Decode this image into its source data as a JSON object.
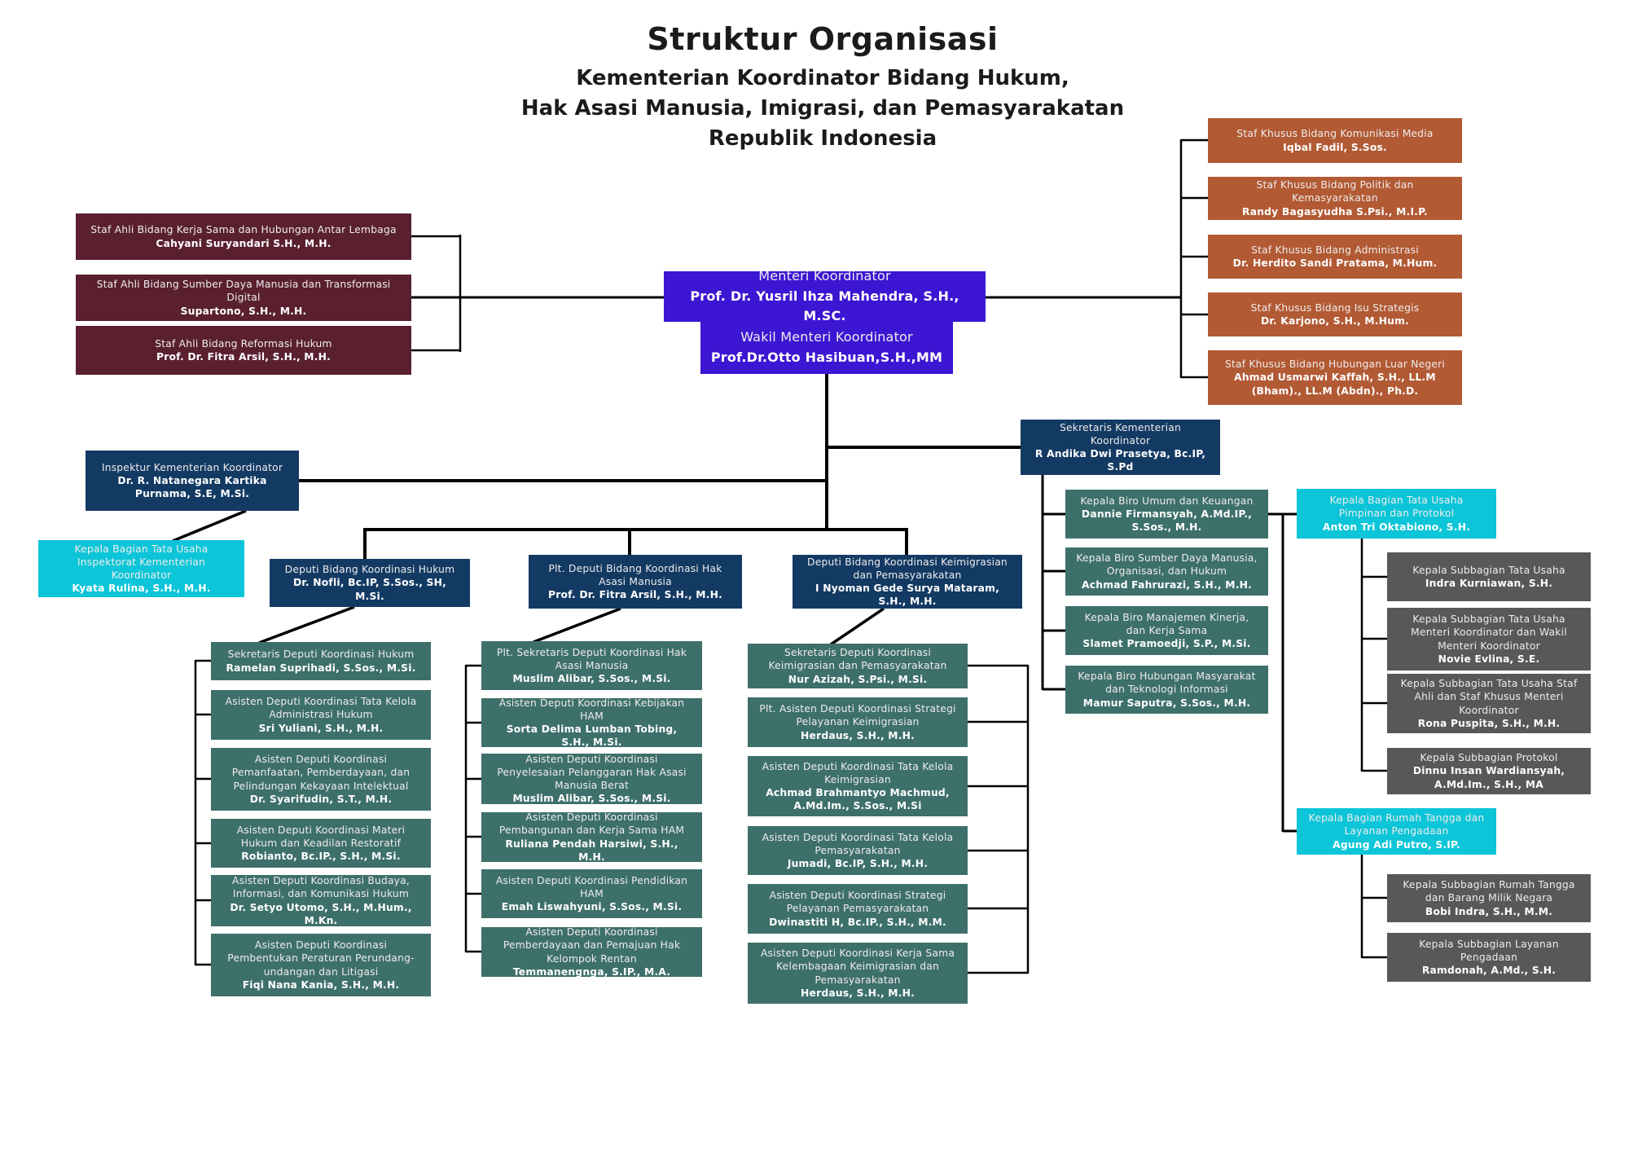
{
  "header": {
    "title": "Struktur Organisasi",
    "subtitle": [
      "Kementerian Koordinator Bidang Hukum,",
      "Hak Asasi Manusia, Imigrasi, dan Pemasyarakatan",
      "Republik Indonesia"
    ]
  },
  "colors": {
    "staf_ahli": "#5a2030",
    "pimpinan": "#3c16d2",
    "staf_khusus": "#b25a34",
    "eselon1": "#133a63",
    "asdep_biro": "#3e706b",
    "bagian": "#0cc5d8",
    "subbagian": "#58585a",
    "line": "#000000"
  },
  "menteri": {
    "title": "Menteri Koordinator",
    "name": "Prof. Dr. Yusril Ihza Mahendra, S.H., M.SC."
  },
  "wakil": {
    "title": "Wakil Menteri Koordinator",
    "name": "Prof.Dr.Otto Hasibuan,S.H.,MM"
  },
  "staf_ahli": [
    {
      "title": "Staf Ahli Bidang Kerja Sama dan Hubungan Antar Lembaga",
      "name": "Cahyani Suryandari S.H., M.H."
    },
    {
      "title": "Staf Ahli Bidang Sumber Daya Manusia dan Transformasi Digital",
      "name": "Supartono, S.H., M.H."
    },
    {
      "title": "Staf Ahli Bidang Reformasi Hukum",
      "name": "Prof. Dr. Fitra Arsil, S.H., M.H."
    }
  ],
  "staf_khusus": [
    {
      "title": "Staf Khusus Bidang Komunikasi Media",
      "name": "Iqbal Fadil, S.Sos."
    },
    {
      "title": "Staf Khusus Bidang Politik dan Kemasyarakatan",
      "name": "Randy Bagasyudha S.Psi., M.I.P."
    },
    {
      "title": "Staf Khusus Bidang Administrasi",
      "name": "Dr. Herdito Sandi Pratama, M.Hum."
    },
    {
      "title": "Staf Khusus Bidang Isu Strategis",
      "name": "Dr. Karjono, S.H., M.Hum."
    },
    {
      "title": "Staf Khusus Bidang Hubungan Luar Negeri",
      "name": "Ahmad Usmarwi Kaffah, S.H., LL.M (Bham)., LL.M (Abdn)., Ph.D."
    }
  ],
  "sekretaris": {
    "title": "Sekretaris Kementerian Koordinator",
    "name": "R Andika Dwi Prasetya, Bc.IP, S.Pd"
  },
  "inspektur": {
    "title": "Inspektur Kementerian Koordinator",
    "name": "Dr. R. Natanegara Kartika Purnama, S.E, M.Si."
  },
  "tu_inspektorat": {
    "title": "Kepala Bagian Tata Usaha Inspektorat Kementerian Koordinator",
    "name": "Kyata Rulina, S.H., M.H."
  },
  "deputi": [
    {
      "title": "Deputi Bidang Koordinasi Hukum",
      "name": "Dr. Nofli, Bc.IP, S.Sos., SH, M.Si."
    },
    {
      "title": "Plt. Deputi Bidang Koordinasi Hak Asasi Manusia",
      "name": "Prof. Dr. Fitra Arsil, S.H., M.H."
    },
    {
      "title": "Deputi Bidang Koordinasi Keimigrasian dan Pemasyarakatan",
      "name": "I Nyoman Gede Surya Mataram, S.H., M.H."
    }
  ],
  "asdep_hukum": [
    {
      "title": "Sekretaris Deputi Koordinasi Hukum",
      "name": "Ramelan Suprihadi, S.Sos., M.Si."
    },
    {
      "title": "Asisten Deputi Koordinasi Tata Kelola Administrasi Hukum",
      "name": "Sri Yuliani, S.H., M.H."
    },
    {
      "title": "Asisten Deputi Koordinasi Pemanfaatan, Pemberdayaan, dan Pelindungan Kekayaan Intelektual",
      "name": "Dr. Syarifudin, S.T., M.H."
    },
    {
      "title": "Asisten Deputi Koordinasi Materi Hukum dan Keadilan Restoratif",
      "name": "Robianto, Bc.IP., S.H., M.Si."
    },
    {
      "title": "Asisten Deputi Koordinasi Budaya, Informasi, dan Komunikasi Hukum",
      "name": "Dr. Setyo Utomo, S.H., M.Hum., M.Kn."
    },
    {
      "title": "Asisten Deputi Koordinasi Pembentukan Peraturan Perundang-undangan dan Litigasi",
      "name": "Fiqi Nana Kania, S.H., M.H."
    }
  ],
  "asdep_ham": [
    {
      "title": "Plt. Sekretaris Deputi Koordinasi Hak Asasi Manusia",
      "name": "Muslim Alibar, S.Sos., M.Si."
    },
    {
      "title": "Asisten Deputi Koordinasi Kebijakan HAM",
      "name": "Sorta Delima Lumban Tobing, S.H., M.Si."
    },
    {
      "title": "Asisten Deputi Koordinasi Penyelesaian Pelanggaran Hak Asasi Manusia Berat",
      "name": "Muslim Alibar, S.Sos., M.Si."
    },
    {
      "title": "Asisten Deputi Koordinasi Pembangunan dan Kerja Sama HAM",
      "name": "Ruliana Pendah Harsiwi, S.H., M.H."
    },
    {
      "title": "Asisten Deputi Koordinasi Pendidikan HAM",
      "name": "Emah Liswahyuni, S.Sos., M.Si."
    },
    {
      "title": "Asisten Deputi Koordinasi Pemberdayaan dan Pemajuan Hak Kelompok Rentan",
      "name": "Temmanengnga, S.IP., M.A."
    }
  ],
  "asdep_imipas": [
    {
      "title": "Sekretaris Deputi Koordinasi Keimigrasian dan Pemasyarakatan",
      "name": "Nur Azizah, S.Psi., M.Si."
    },
    {
      "title": "Plt. Asisten Deputi Koordinasi Strategi Pelayanan Keimigrasian",
      "name": "Herdaus, S.H., M.H."
    },
    {
      "title": "Asisten Deputi Koordinasi Tata Kelola Keimigrasian",
      "name": "Achmad Brahmantyo Machmud, A.Md.Im., S.Sos., M.Si"
    },
    {
      "title": "Asisten Deputi Koordinasi Tata Kelola Pemasyarakatan",
      "name": "Jumadi, Bc.IP, S.H., M.H."
    },
    {
      "title": "Asisten Deputi Koordinasi Strategi Pelayanan Pemasyarakatan",
      "name": "Dwinastiti H, Bc.IP., S.H., M.M."
    },
    {
      "title": "Asisten Deputi Koordinasi Kerja Sama Kelembagaan Keimigrasian dan Pemasyarakatan",
      "name": "Herdaus, S.H., M.H."
    }
  ],
  "biro": [
    {
      "title": "Kepala Biro Umum dan Keuangan",
      "name": "Dannie Firmansyah, A.Md.IP., S.Sos., M.H."
    },
    {
      "title": "Kepala Biro Sumber Daya Manusia, Organisasi, dan Hukum",
      "name": "Achmad Fahrurazi, S.H., M.H."
    },
    {
      "title": "Kepala Biro Manajemen Kinerja, dan Kerja Sama",
      "name": "Slamet Pramoedji, S.P., M.Si."
    },
    {
      "title": "Kepala Biro Hubungan Masyarakat dan Teknologi Informasi",
      "name": "Mamur Saputra, S.Sos., M.H."
    }
  ],
  "bagian": [
    {
      "title": "Kepala Bagian Tata Usaha Pimpinan dan Protokol",
      "name": "Anton Tri Oktabiono, S.H."
    },
    {
      "title": "Kepala Bagian Rumah Tangga dan Layanan Pengadaan",
      "name": "Agung Adi Putro, S.IP."
    }
  ],
  "subbag_pimpinan": [
    {
      "title": "Kepala Subbagian Tata Usaha",
      "name": "Indra Kurniawan, S.H."
    },
    {
      "title": "Kepala Subbagian Tata Usaha Menteri Koordinator dan Wakil Menteri Koordinator",
      "name": "Novie Evlina, S.E."
    },
    {
      "title": "Kepala Subbagian Tata Usaha Staf Ahli dan Staf Khusus Menteri Koordinator",
      "name": "Rona Puspita, S.H., M.H."
    },
    {
      "title": "Kepala Subbagian Protokol",
      "name": "Dinnu Insan Wardiansyah, A.Md.Im., S.H., MA"
    }
  ],
  "subbag_rumah_tangga": [
    {
      "title": "Kepala Subbagian Rumah Tangga dan Barang Milik Negara",
      "name": "Bobi Indra, S.H., M.M."
    },
    {
      "title": "Kepala Subbagian Layanan Pengadaan",
      "name": "Ramdonah, A.Md., S.H."
    }
  ]
}
